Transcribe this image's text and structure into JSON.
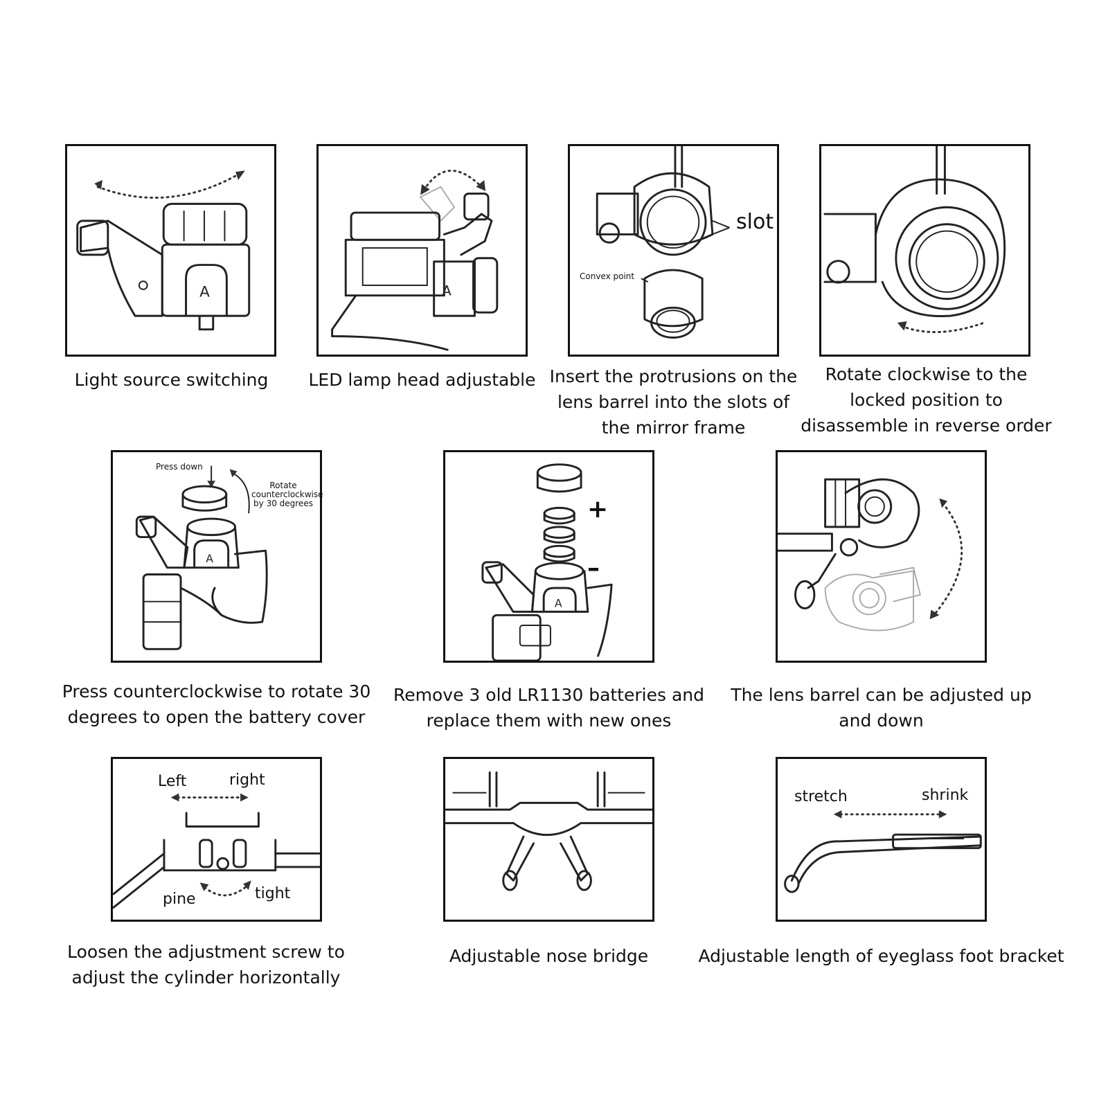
{
  "panels": [
    {
      "caption": "Light source switching"
    },
    {
      "caption": "LED lamp head adjustable"
    },
    {
      "caption": "Insert the protrusions on the lens barrel into the slots of the mirror frame",
      "labels": {
        "slot": "slot",
        "convex_point": "Convex point"
      }
    },
    {
      "caption": "Rotate clockwise to the locked position to disassemble in reverse order"
    },
    {
      "caption": "Press counterclockwise to rotate 30 degrees to open the battery cover",
      "labels": {
        "press_down": "Press down",
        "rotate": "Rotate counterclockwise by 30 degrees"
      }
    },
    {
      "caption": "Remove 3 old LR1130 batteries and replace them with new ones",
      "labels": {
        "plus": "+",
        "minus": "–"
      }
    },
    {
      "caption": "The lens barrel can be adjusted up and down"
    },
    {
      "caption": "Loosen the adjustment screw to adjust the cylinder horizontally",
      "labels": {
        "left": "Left",
        "right": "right",
        "pine": "pine",
        "tight": "tight"
      }
    },
    {
      "caption": "Adjustable nose bridge"
    },
    {
      "caption": "Adjustable length of eyeglass foot bracket",
      "labels": {
        "stretch": "stretch",
        "shrink": "shrink"
      }
    }
  ]
}
